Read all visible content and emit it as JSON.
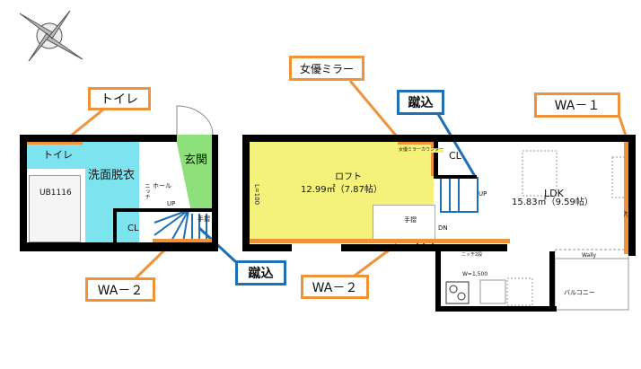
{
  "callouts": {
    "toilet": "トイレ",
    "wa2_left": "WA－２",
    "kerikomi_left": "蹴込",
    "mirror": "女優ミラー",
    "kerikomi_right": "蹴込",
    "wa1": "WA－１",
    "wa2_right": "WA－２"
  },
  "first_floor": {
    "toilet": "トイレ",
    "washroom": "洗面脱衣",
    "bath": "UB1116",
    "entrance": "玄関",
    "hall": "ホール",
    "niche": "ニッチ",
    "closet": "CL",
    "stairs_up": "UP",
    "handrail": "手摺"
  },
  "second_floor": {
    "loft_name": "ロフト",
    "loft_area": "12.99㎡（7.87帖）",
    "loft_height": "L=100",
    "mirror_counter": "女優ミラーカウンター",
    "closet": "CL",
    "stairs_up": "UP",
    "stairs_down": "DN",
    "handrail": "手摺",
    "ldk_name": "LDK",
    "ldk_area": "15.83㎡（9.59帖）",
    "niche": "ニッチ2段",
    "kitchen_width": "W=1,500",
    "wally": "Wally",
    "ac": "AC",
    "balcony": "バルコニー"
  },
  "colors": {
    "accent_orange": "#f0923a",
    "accent_blue": "#1f6fb5",
    "cyan": "#7de3ef",
    "green": "#8ee07a",
    "yellow": "#f4f27a"
  }
}
